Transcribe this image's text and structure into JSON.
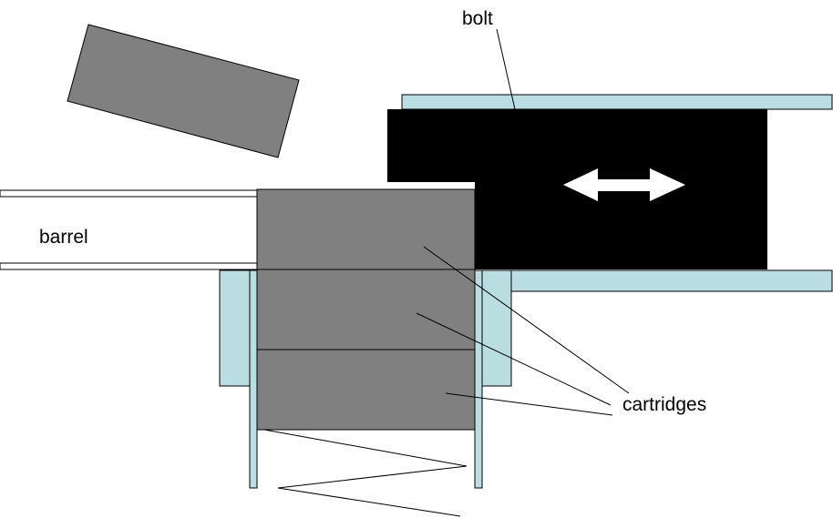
{
  "labels": {
    "bolt": "bolt",
    "barrel": "barrel",
    "cartridges": "cartridges"
  },
  "colors": {
    "cartridge": "#808080",
    "bolt": "#000000",
    "guide": "#b9dde0",
    "outline": "#000000",
    "background": "#ffffff",
    "arrow": "#ffffff"
  },
  "icons": {
    "bolt_motion": "double-headed-arrow"
  }
}
